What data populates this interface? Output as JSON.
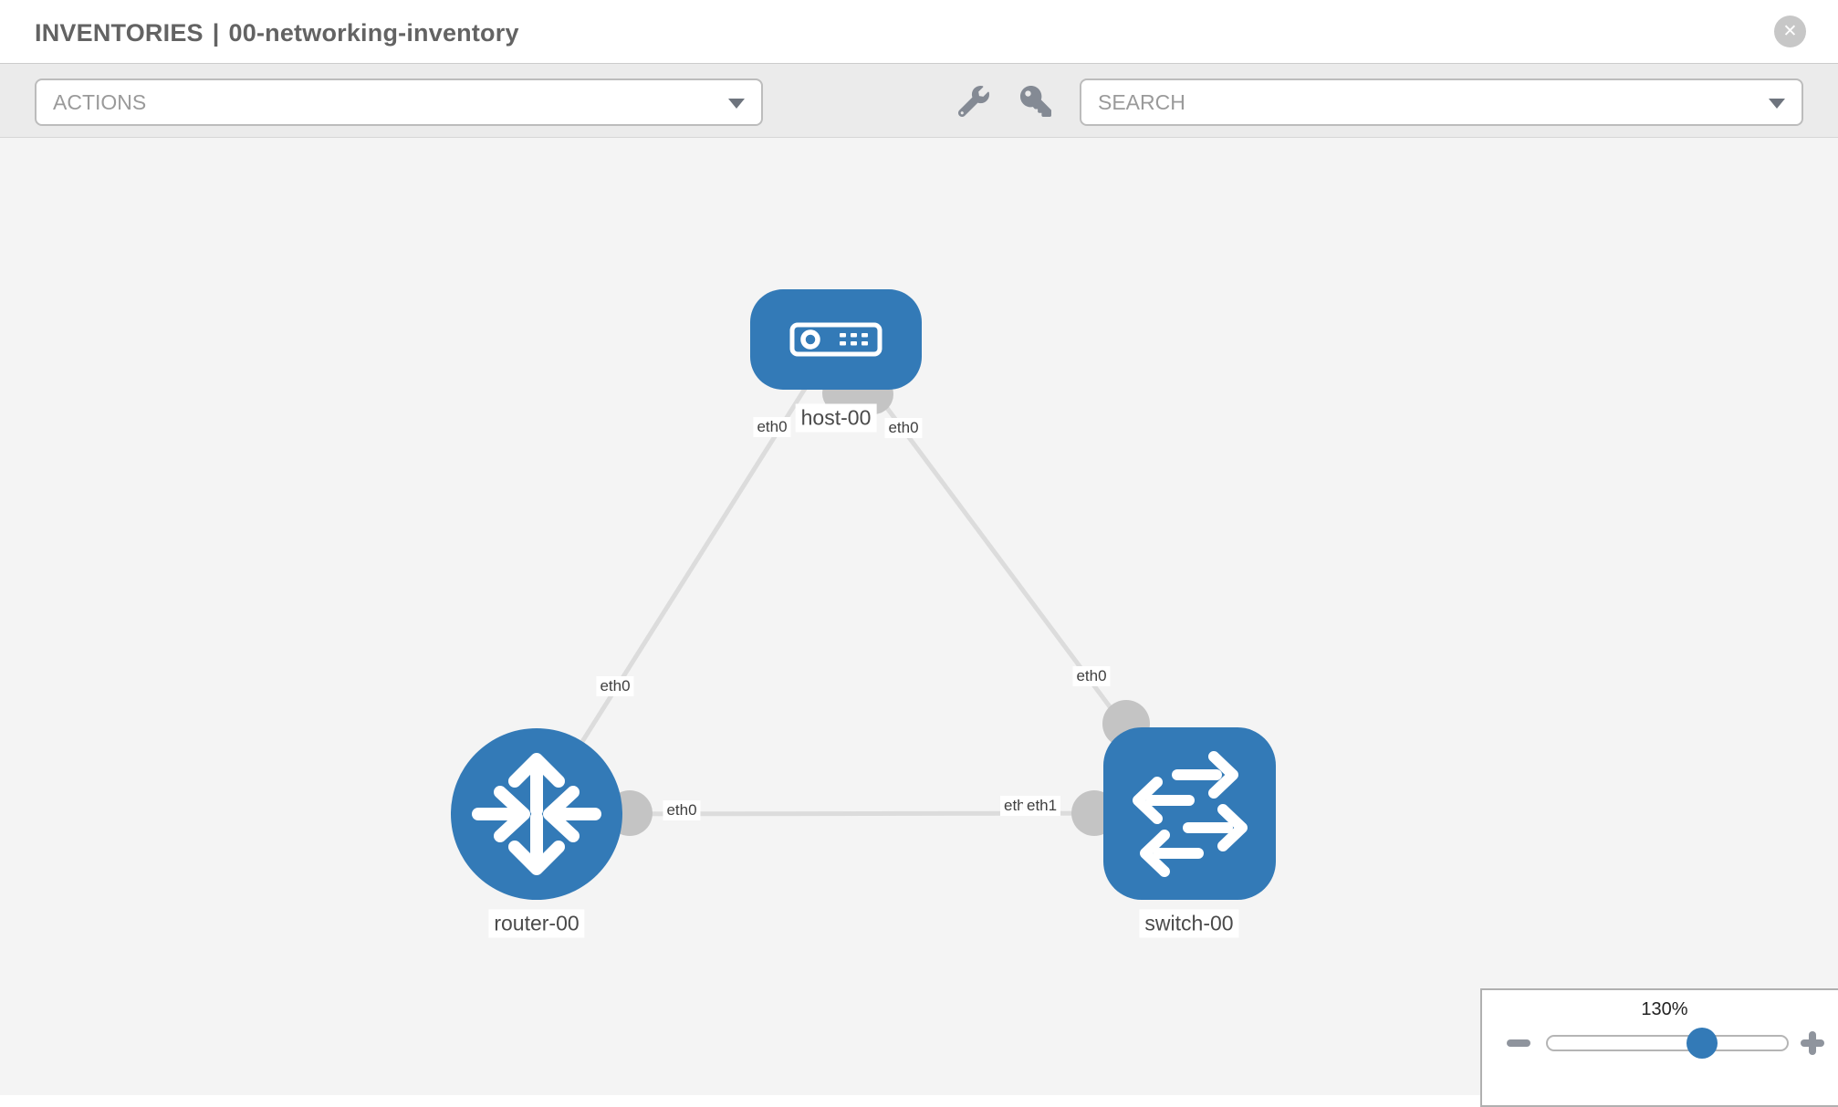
{
  "window": {
    "title_section": "INVENTORIES",
    "title_separator": "|",
    "title_name": "00-networking-inventory",
    "close_glyph": "✕"
  },
  "toolbar": {
    "actions_label": "ACTIONS",
    "search_placeholder": "SEARCH",
    "icons": [
      "wrench-icon",
      "key-icon"
    ]
  },
  "topology": {
    "nodes": [
      {
        "id": "host-00",
        "label": "host-00",
        "type": "host",
        "icon": "server-icon"
      },
      {
        "id": "router-00",
        "label": "router-00",
        "type": "router",
        "icon": "router-arrows-icon"
      },
      {
        "id": "switch-00",
        "label": "switch-00",
        "type": "switch",
        "icon": "switch-arrows-icon"
      }
    ],
    "links": [
      {
        "source": "host-00",
        "source_interface": "eth0",
        "target": "router-00",
        "target_interface": "eth0"
      },
      {
        "source": "host-00",
        "source_interface": "eth0",
        "target": "switch-00",
        "target_interface": "eth0"
      },
      {
        "source": "router-00",
        "source_interface": "eth0",
        "target": "switch-00",
        "target_interface": "eth1",
        "occluded_interface_label": "eth0"
      }
    ]
  },
  "zoom_control": {
    "level": "130%"
  },
  "colors": {
    "node_blue": "#337ab7",
    "link_gray": "#dcdcdc",
    "connector_gray": "#c4c4c4",
    "canvas_bg": "#f4f4f4",
    "toolbar_bg": "#ebebeb"
  }
}
